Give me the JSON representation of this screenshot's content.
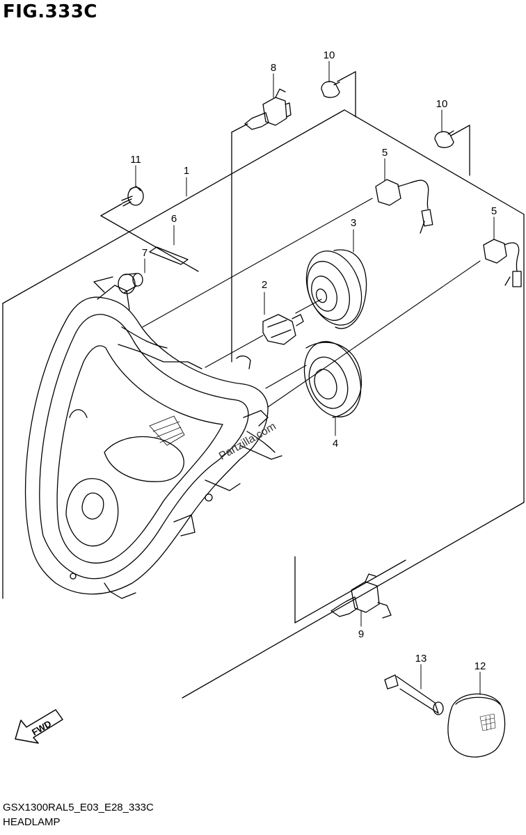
{
  "figure": {
    "title": "FIG.333C",
    "code": "GSX1300RAL5_E03_E28_333C",
    "name": "HEADLAMP",
    "watermark": "Partzilla.com",
    "fwd_label": "FWD"
  },
  "callouts": [
    {
      "id": "c1",
      "label": "1"
    },
    {
      "id": "c2",
      "label": "2"
    },
    {
      "id": "c3",
      "label": "3"
    },
    {
      "id": "c4",
      "label": "4"
    },
    {
      "id": "c5a",
      "label": "5"
    },
    {
      "id": "c5b",
      "label": "5"
    },
    {
      "id": "c6",
      "label": "6"
    },
    {
      "id": "c7",
      "label": "7"
    },
    {
      "id": "c8",
      "label": "8"
    },
    {
      "id": "c9",
      "label": "9"
    },
    {
      "id": "c10a",
      "label": "10"
    },
    {
      "id": "c10b",
      "label": "10"
    },
    {
      "id": "c11",
      "label": "11"
    },
    {
      "id": "c12",
      "label": "12"
    },
    {
      "id": "c13",
      "label": "13"
    }
  ]
}
